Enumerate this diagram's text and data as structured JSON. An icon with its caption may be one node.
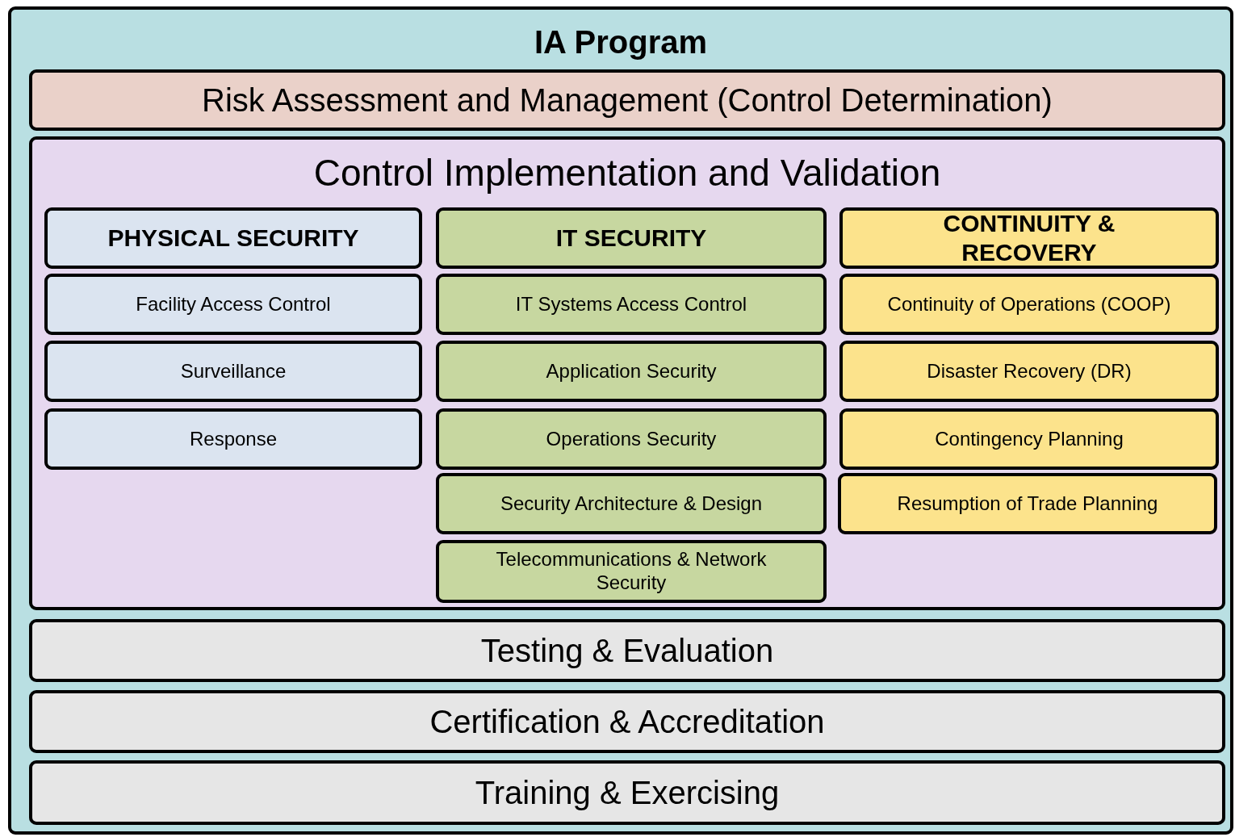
{
  "diagram": {
    "nodes": [
      {
        "text": [
          "IA Program"
        ]
      },
      {
        "text": [
          "Risk Assessment and Management (Control Determination)"
        ],
        "in": 0
      },
      {
        "text": [
          "Control Implementation and Validation"
        ],
        "in": 0
      },
      {
        "text": [
          "PHYSICAL SECURITY"
        ],
        "in": 2
      },
      {
        "text": [
          "Facility Access Control"
        ],
        "in": 2
      },
      {
        "text": [
          "Surveillance"
        ],
        "in": 2
      },
      {
        "text": [
          "Response"
        ],
        "in": 2
      },
      {
        "text": [
          "IT SECURITY"
        ],
        "in": 2
      },
      {
        "text": [
          "IT Systems Access Control"
        ],
        "in": 2
      },
      {
        "text": [
          "Application Security"
        ],
        "in": 2
      },
      {
        "text": [
          "Operations Security"
        ],
        "in": 2
      },
      {
        "text": [
          "Security Architecture & Design"
        ],
        "in": 2
      },
      {
        "text": [
          "Telecommunications & Network Security"
        ],
        "in": 2
      },
      {
        "text": [
          "CONTINUITY & RECOVERY"
        ],
        "in": 2
      },
      {
        "text": [
          "Continuity of Operations (COOP)"
        ],
        "in": 2
      },
      {
        "text": [
          "Disaster Recovery (DR)"
        ],
        "in": 2
      },
      {
        "text": [
          "Contingency Planning"
        ],
        "in": 2
      },
      {
        "text": [
          "Resumption of Trade Planning"
        ],
        "in": 2
      },
      {
        "text": [
          "Testing & Evaluation"
        ],
        "in": 0
      },
      {
        "text": [
          "Certification & Accreditation"
        ],
        "in": 0
      },
      {
        "text": [
          "Training & Exercising"
        ],
        "in": 0
      }
    ],
    "edges": []
  }
}
